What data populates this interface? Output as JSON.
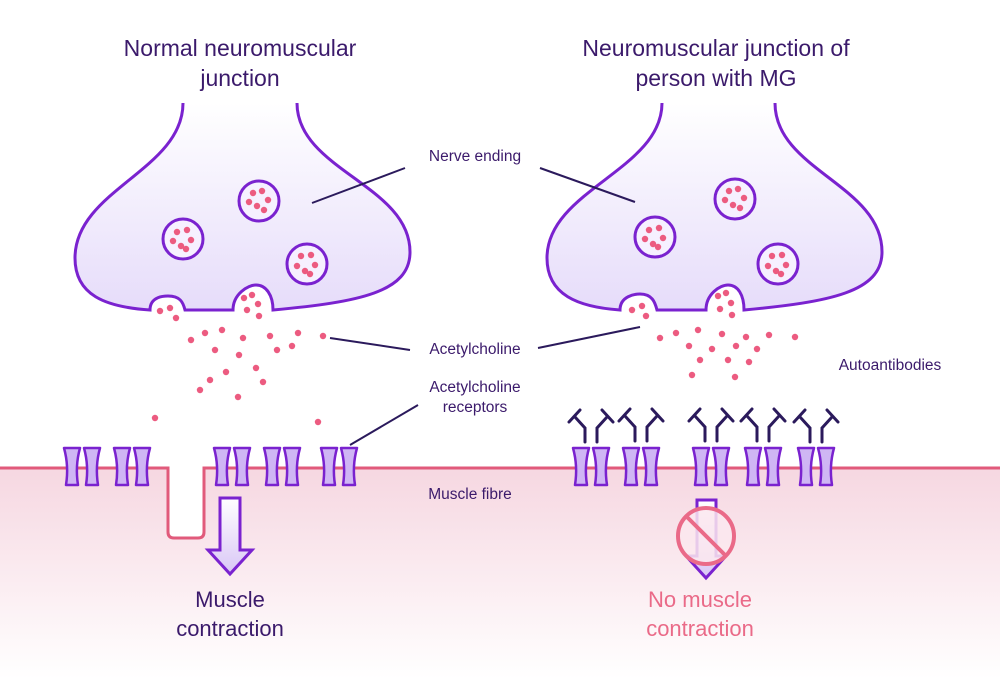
{
  "titles": {
    "normal": [
      "Normal neuromuscular",
      "junction"
    ],
    "mg": [
      "Neuromuscular junction of",
      "person with MG"
    ]
  },
  "labels": {
    "nerve_ending": "Nerve ending",
    "acetylcholine": "Acetylcholine",
    "receptors": [
      "Acetylcholine",
      "receptors"
    ],
    "autoantibodies": "Autoantibodies",
    "muscle_fibre": "Muscle fibre"
  },
  "outcomes": {
    "normal": [
      "Muscle",
      "contraction"
    ],
    "mg": [
      "No muscle",
      "contraction"
    ]
  },
  "colors": {
    "outline": "#7a22cf",
    "nerve_fill": "#eee6fb",
    "acetylcholine": "#ec5b80",
    "membrane": "#e15a7b",
    "muscle_fill": "#f9e3ea",
    "antibody": "#2b1a5c",
    "text": "#3b1a6b",
    "no_contraction": "#ea6a88"
  }
}
